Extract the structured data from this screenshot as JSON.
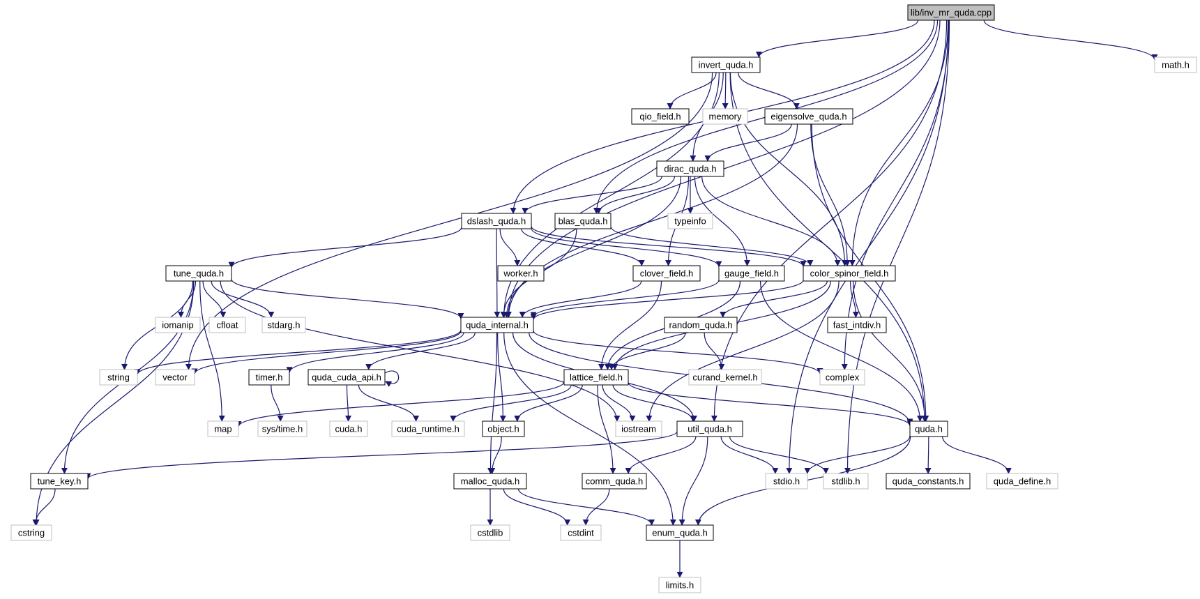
{
  "colors": {
    "edge": "#191970",
    "internal_border": "#000000",
    "external_border": "#bfbfbf",
    "root_fill": "#bfbfbf",
    "node_fill": "#ffffff",
    "text": "#000000"
  },
  "nodes": [
    {
      "id": "root",
      "label": "lib/inv_mr_quda.cpp",
      "kind": "root"
    },
    {
      "id": "math_h",
      "label": "math.h",
      "kind": "external"
    },
    {
      "id": "invert_quda",
      "label": "invert_quda.h",
      "kind": "internal"
    },
    {
      "id": "qio_field",
      "label": "qio_field.h",
      "kind": "internal"
    },
    {
      "id": "memory",
      "label": "memory",
      "kind": "external"
    },
    {
      "id": "eigensolve_quda",
      "label": "eigensolve_quda.h",
      "kind": "internal"
    },
    {
      "id": "dirac_quda",
      "label": "dirac_quda.h",
      "kind": "internal"
    },
    {
      "id": "dslash_quda",
      "label": "dslash_quda.h",
      "kind": "internal"
    },
    {
      "id": "blas_quda",
      "label": "blas_quda.h",
      "kind": "internal"
    },
    {
      "id": "typeinfo",
      "label": "typeinfo",
      "kind": "external"
    },
    {
      "id": "tune_quda",
      "label": "tune_quda.h",
      "kind": "internal"
    },
    {
      "id": "worker",
      "label": "worker.h",
      "kind": "internal"
    },
    {
      "id": "clover_field",
      "label": "clover_field.h",
      "kind": "internal"
    },
    {
      "id": "gauge_field",
      "label": "gauge_field.h",
      "kind": "internal"
    },
    {
      "id": "color_spinor_field",
      "label": "color_spinor_field.h",
      "kind": "internal"
    },
    {
      "id": "iomanip",
      "label": "iomanip",
      "kind": "external"
    },
    {
      "id": "cfloat",
      "label": "cfloat",
      "kind": "external"
    },
    {
      "id": "stdarg",
      "label": "stdarg.h",
      "kind": "external"
    },
    {
      "id": "quda_internal",
      "label": "quda_internal.h",
      "kind": "internal"
    },
    {
      "id": "random_quda",
      "label": "random_quda.h",
      "kind": "internal"
    },
    {
      "id": "fast_intdiv",
      "label": "fast_intdiv.h",
      "kind": "internal"
    },
    {
      "id": "string",
      "label": "string",
      "kind": "external"
    },
    {
      "id": "vector",
      "label": "vector",
      "kind": "external"
    },
    {
      "id": "timer",
      "label": "timer.h",
      "kind": "internal"
    },
    {
      "id": "quda_cuda_api",
      "label": "quda_cuda_api.h",
      "kind": "internal"
    },
    {
      "id": "lattice_field",
      "label": "lattice_field.h",
      "kind": "internal"
    },
    {
      "id": "curand_kernel",
      "label": "curand_kernel.h",
      "kind": "external"
    },
    {
      "id": "complex",
      "label": "complex",
      "kind": "external"
    },
    {
      "id": "map",
      "label": "map",
      "kind": "external"
    },
    {
      "id": "sys_time",
      "label": "sys/time.h",
      "kind": "external"
    },
    {
      "id": "cuda_h",
      "label": "cuda.h",
      "kind": "external"
    },
    {
      "id": "cuda_runtime",
      "label": "cuda_runtime.h",
      "kind": "external"
    },
    {
      "id": "object",
      "label": "object.h",
      "kind": "internal"
    },
    {
      "id": "iostream",
      "label": "iostream",
      "kind": "external"
    },
    {
      "id": "util_quda",
      "label": "util_quda.h",
      "kind": "internal"
    },
    {
      "id": "quda_h",
      "label": "quda.h",
      "kind": "internal"
    },
    {
      "id": "tune_key",
      "label": "tune_key.h",
      "kind": "internal"
    },
    {
      "id": "malloc_quda",
      "label": "malloc_quda.h",
      "kind": "internal"
    },
    {
      "id": "comm_quda",
      "label": "comm_quda.h",
      "kind": "internal"
    },
    {
      "id": "stdio",
      "label": "stdio.h",
      "kind": "external"
    },
    {
      "id": "stdlib",
      "label": "stdlib.h",
      "kind": "external"
    },
    {
      "id": "quda_constants",
      "label": "quda_constants.h",
      "kind": "internal"
    },
    {
      "id": "quda_define",
      "label": "quda_define.h",
      "kind": "external"
    },
    {
      "id": "cstring",
      "label": "cstring",
      "kind": "external"
    },
    {
      "id": "cstdlib",
      "label": "cstdlib",
      "kind": "external"
    },
    {
      "id": "cstdint",
      "label": "cstdint",
      "kind": "external"
    },
    {
      "id": "enum_quda",
      "label": "enum_quda.h",
      "kind": "internal"
    },
    {
      "id": "limits",
      "label": "limits.h",
      "kind": "external"
    }
  ],
  "edges": [
    [
      "root",
      "math_h"
    ],
    [
      "root",
      "invert_quda"
    ],
    [
      "root",
      "dslash_quda"
    ],
    [
      "root",
      "blas_quda"
    ],
    [
      "root",
      "quda_internal"
    ],
    [
      "root",
      "color_spinor_field"
    ],
    [
      "root",
      "complex"
    ],
    [
      "root",
      "util_quda"
    ],
    [
      "root",
      "stdio"
    ],
    [
      "root",
      "stdlib"
    ],
    [
      "invert_quda",
      "qio_field"
    ],
    [
      "invert_quda",
      "memory"
    ],
    [
      "invert_quda",
      "eigensolve_quda"
    ],
    [
      "invert_quda",
      "dirac_quda"
    ],
    [
      "invert_quda",
      "color_spinor_field"
    ],
    [
      "invert_quda",
      "quda_internal"
    ],
    [
      "invert_quda",
      "vector"
    ],
    [
      "invert_quda",
      "quda_h"
    ],
    [
      "eigensolve_quda",
      "dirac_quda"
    ],
    [
      "eigensolve_quda",
      "quda_internal"
    ],
    [
      "eigensolve_quda",
      "color_spinor_field"
    ],
    [
      "eigensolve_quda",
      "quda_h"
    ],
    [
      "dirac_quda",
      "dslash_quda"
    ],
    [
      "dirac_quda",
      "blas_quda"
    ],
    [
      "dirac_quda",
      "typeinfo"
    ],
    [
      "dirac_quda",
      "clover_field"
    ],
    [
      "dirac_quda",
      "gauge_field"
    ],
    [
      "dirac_quda",
      "color_spinor_field"
    ],
    [
      "dirac_quda",
      "quda_internal"
    ],
    [
      "dslash_quda",
      "tune_quda"
    ],
    [
      "dslash_quda",
      "worker"
    ],
    [
      "dslash_quda",
      "clover_field"
    ],
    [
      "dslash_quda",
      "gauge_field"
    ],
    [
      "dslash_quda",
      "color_spinor_field"
    ],
    [
      "dslash_quda",
      "quda_internal"
    ],
    [
      "blas_quda",
      "quda_internal"
    ],
    [
      "blas_quda",
      "color_spinor_field"
    ],
    [
      "tune_quda",
      "iomanip"
    ],
    [
      "tune_quda",
      "cfloat"
    ],
    [
      "tune_quda",
      "stdarg"
    ],
    [
      "tune_quda",
      "string"
    ],
    [
      "tune_quda",
      "quda_internal"
    ],
    [
      "tune_quda",
      "tune_key"
    ],
    [
      "tune_quda",
      "map"
    ],
    [
      "tune_quda",
      "iostream"
    ],
    [
      "tune_quda",
      "cstring"
    ],
    [
      "clover_field",
      "quda_internal"
    ],
    [
      "clover_field",
      "lattice_field"
    ],
    [
      "gauge_field",
      "quda_internal"
    ],
    [
      "gauge_field",
      "lattice_field"
    ],
    [
      "gauge_field",
      "quda_h"
    ],
    [
      "color_spinor_field",
      "quda_internal"
    ],
    [
      "color_spinor_field",
      "random_quda"
    ],
    [
      "color_spinor_field",
      "fast_intdiv"
    ],
    [
      "color_spinor_field",
      "lattice_field"
    ],
    [
      "color_spinor_field",
      "quda_h"
    ],
    [
      "color_spinor_field",
      "iostream"
    ],
    [
      "random_quda",
      "lattice_field"
    ],
    [
      "random_quda",
      "curand_kernel"
    ],
    [
      "quda_internal",
      "string"
    ],
    [
      "quda_internal",
      "vector"
    ],
    [
      "quda_internal",
      "timer"
    ],
    [
      "quda_internal",
      "quda_cuda_api"
    ],
    [
      "quda_internal",
      "complex"
    ],
    [
      "quda_internal",
      "object"
    ],
    [
      "quda_internal",
      "util_quda"
    ],
    [
      "quda_internal",
      "quda_h"
    ],
    [
      "quda_internal",
      "malloc_quda"
    ],
    [
      "quda_internal",
      "enum_quda"
    ],
    [
      "timer",
      "sys_time"
    ],
    [
      "quda_cuda_api",
      "quda_cuda_api"
    ],
    [
      "quda_cuda_api",
      "cuda_h"
    ],
    [
      "quda_cuda_api",
      "cuda_runtime"
    ],
    [
      "lattice_field",
      "map"
    ],
    [
      "lattice_field",
      "cuda_runtime"
    ],
    [
      "lattice_field",
      "object"
    ],
    [
      "lattice_field",
      "iostream"
    ],
    [
      "lattice_field",
      "util_quda"
    ],
    [
      "lattice_field",
      "quda_h"
    ],
    [
      "lattice_field",
      "comm_quda"
    ],
    [
      "object",
      "malloc_quda"
    ],
    [
      "util_quda",
      "tune_key"
    ],
    [
      "util_quda",
      "comm_quda"
    ],
    [
      "util_quda",
      "stdio"
    ],
    [
      "util_quda",
      "stdlib"
    ],
    [
      "util_quda",
      "enum_quda"
    ],
    [
      "quda_h",
      "stdio"
    ],
    [
      "quda_h",
      "quda_constants"
    ],
    [
      "quda_h",
      "quda_define"
    ],
    [
      "quda_h",
      "enum_quda"
    ],
    [
      "tune_key",
      "cstring"
    ],
    [
      "malloc_quda",
      "cstdlib"
    ],
    [
      "malloc_quda",
      "cstdint"
    ],
    [
      "malloc_quda",
      "enum_quda"
    ],
    [
      "comm_quda",
      "cstdint"
    ],
    [
      "enum_quda",
      "limits"
    ]
  ]
}
